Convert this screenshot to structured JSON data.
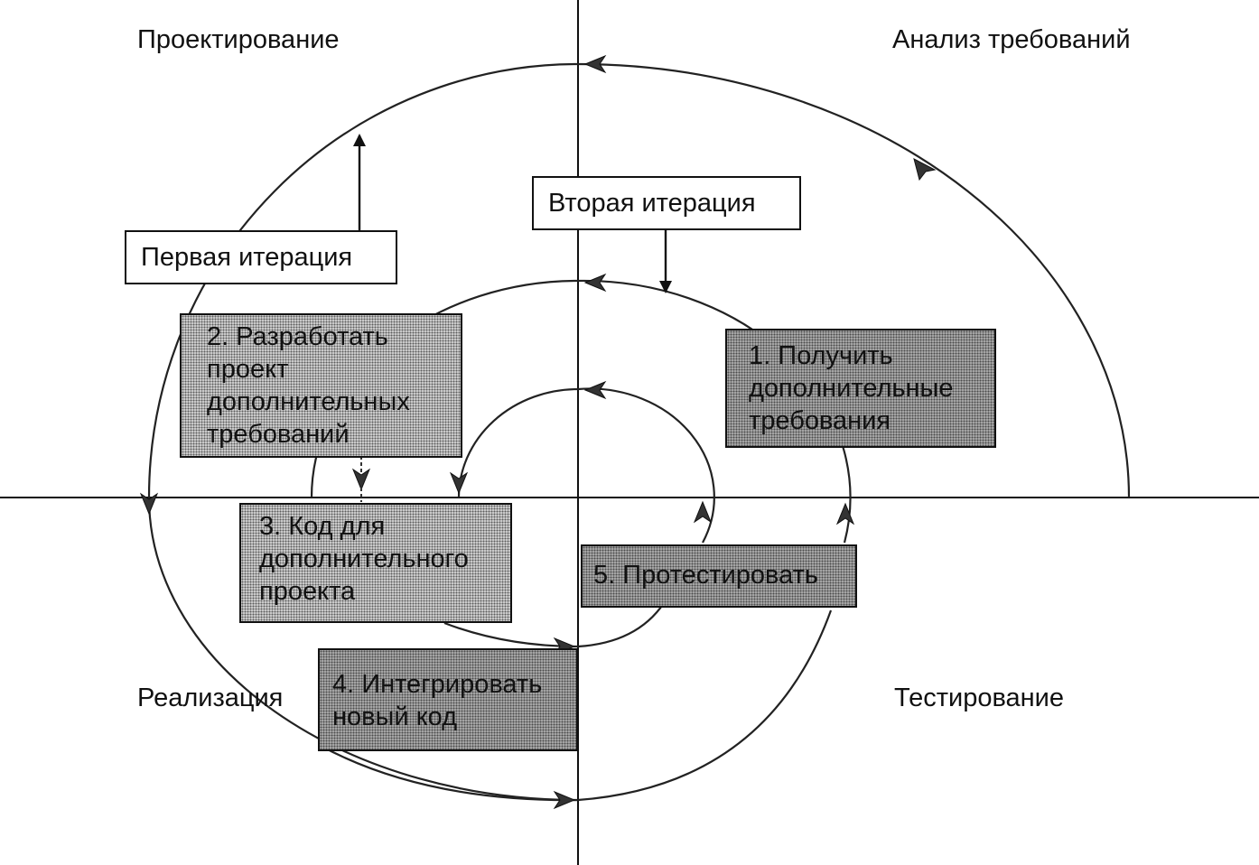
{
  "quadrants": {
    "top_left": "Проектирование",
    "top_right": "Анализ требований",
    "bottom_left": "Реализация",
    "bottom_right": "Тестирование"
  },
  "iterations": {
    "first": "Первая итерация",
    "second": "Вторая итерация"
  },
  "steps": {
    "get_requirements": [
      "1. Получить",
      "дополнительные",
      "требования"
    ],
    "design": [
      "2. Разработать",
      "проект",
      "дополнительных",
      "требований"
    ],
    "code": [
      "3. Код для",
      "дополнительного",
      "проекта"
    ],
    "integrate": [
      "4. Интегрировать",
      "новый код"
    ],
    "test": "5. Протестировать"
  }
}
